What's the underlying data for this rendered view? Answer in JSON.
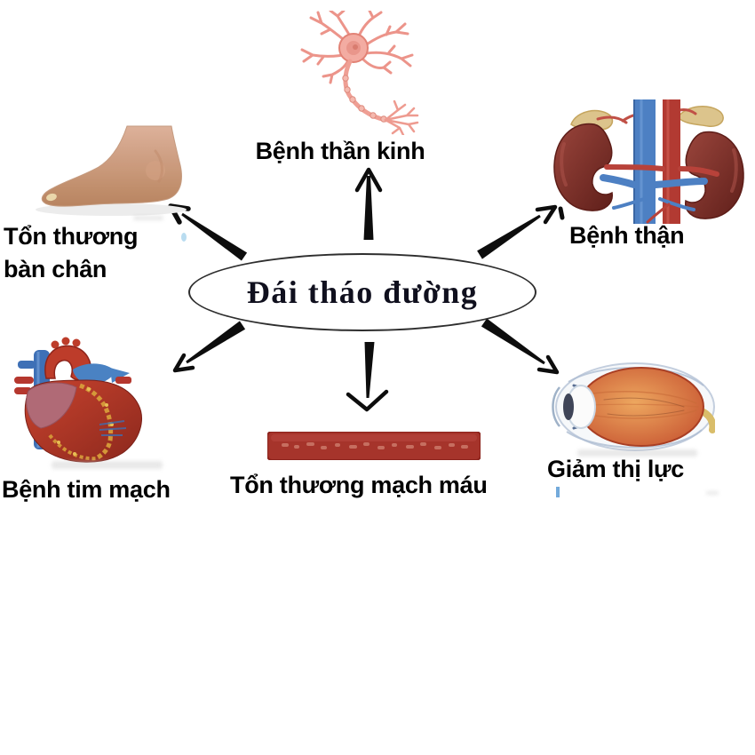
{
  "diagram": {
    "center": {
      "label": "Đái tháo đường"
    },
    "nodes": {
      "neuron": {
        "label": "Bệnh thần kinh",
        "icon": "neuron-illustration"
      },
      "kidney": {
        "label": "Bệnh thận",
        "icon": "kidneys-illustration"
      },
      "foot": {
        "label_line1": "Tổn thương",
        "label_line2": "bàn chân",
        "icon": "foot-illustration"
      },
      "heart": {
        "label": "Bệnh tim mạch",
        "icon": "heart-illustration"
      },
      "vessel": {
        "label": "Tổn thương mạch máu",
        "icon": "blood-vessel-illustration"
      },
      "eye": {
        "label": "Giảm thị lực",
        "icon": "eye-illustration"
      }
    },
    "relations": [
      {
        "from": "Đái tháo đường",
        "to": "Bệnh thần kinh"
      },
      {
        "from": "Đái tháo đường",
        "to": "Bệnh thận"
      },
      {
        "from": "Đái tháo đường",
        "to": "Giảm thị lực"
      },
      {
        "from": "Đái tháo đường",
        "to": "Tổn thương mạch máu"
      },
      {
        "from": "Đái tháo đường",
        "to": "Bệnh tim mạch"
      },
      {
        "from": "Đái tháo đường",
        "to": "Tổn thương bàn chân"
      }
    ],
    "colors": {
      "background": "#ffffff",
      "arrow": "#0d0d0d",
      "ellipse_outline": "#2e2e2e",
      "center_text": "#10101e",
      "label_text": "#000000",
      "neuron_pink": "#ef9d92",
      "kidney_maroon": "#7c2f29",
      "vein_blue": "#4d80c3",
      "artery_red": "#b23a32",
      "vessel_bar_red": "#a6342b",
      "skin_tone": "#cf9d80",
      "eye_orange": "#d9753c"
    }
  }
}
